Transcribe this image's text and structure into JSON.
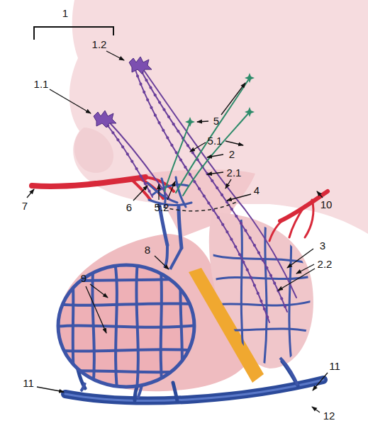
{
  "diagram": {
    "labels": [
      "1",
      "1.2",
      "1.1",
      "5",
      "5.1",
      "2",
      "2.1",
      "4",
      "7",
      "6",
      "5.2",
      "10",
      "8",
      "3",
      "2.2",
      "9",
      "11",
      "11",
      "12"
    ]
  }
}
